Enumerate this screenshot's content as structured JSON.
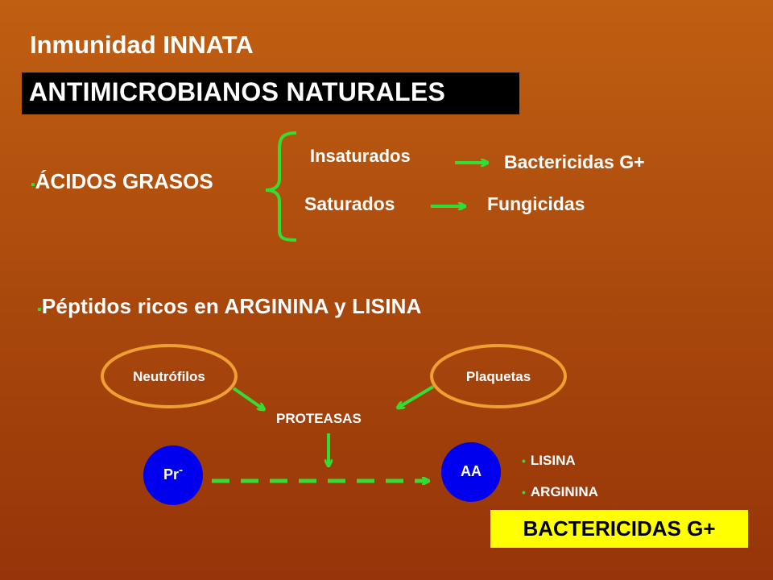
{
  "title": "Inmunidad INNATA",
  "subtitle": "ANTIMICROBIANOS NATURALES",
  "acidos": {
    "bullet": "▪",
    "label": "ÁCIDOS GRASOS",
    "insaturados": "Insaturados",
    "insaturados_target": "Bactericidas G+",
    "saturados": "Saturados",
    "saturados_target": "Fungicidas"
  },
  "peptidos": {
    "bullet": "▪",
    "label": "Péptidos ricos en ARGININA y LISINA",
    "neutrofilos": "Neutrófilos",
    "plaquetas": "Plaquetas",
    "proteasas": "PROTEASAS",
    "pr": "Pr",
    "pr_sup": "-",
    "aa": "AA",
    "list": [
      "LISINA",
      "ARGININA"
    ],
    "list_bullet": "•",
    "result": "BACTERICIDAS G+"
  },
  "colors": {
    "accent_green": "#33dd33",
    "oval_orange": "#f0a030",
    "circle_blue": "#0000ee",
    "result_yellow": "#ffff00",
    "subtitle_bg": "#000000"
  }
}
